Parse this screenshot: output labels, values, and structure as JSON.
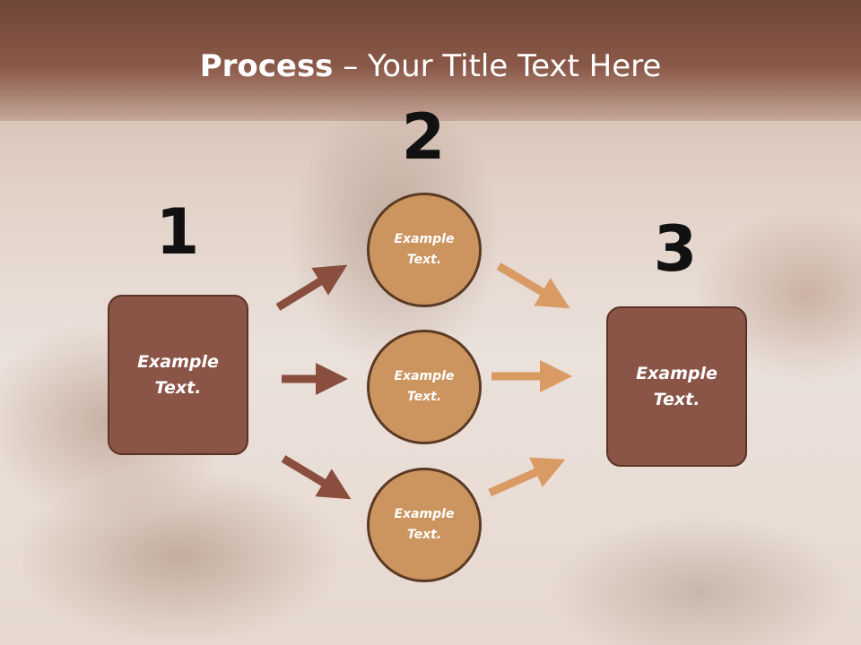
{
  "slide": {
    "title_bold": "Process",
    "title_rest": " – Your Title Text Here"
  },
  "steps": [
    {
      "number": "1"
    },
    {
      "number": "2"
    },
    {
      "number": "3"
    }
  ],
  "boxes": [
    {
      "text": "Example\nText."
    },
    {
      "text": "Example\nText."
    }
  ],
  "circles": [
    {
      "text": "Example\nText."
    },
    {
      "text": "Example\nText."
    },
    {
      "text": "Example\nText."
    }
  ],
  "colors": {
    "box_fill": "#8a5446",
    "circle_fill": "#cc955f",
    "arrow_dark": "#8a4e3e",
    "arrow_light": "#d99a63"
  }
}
